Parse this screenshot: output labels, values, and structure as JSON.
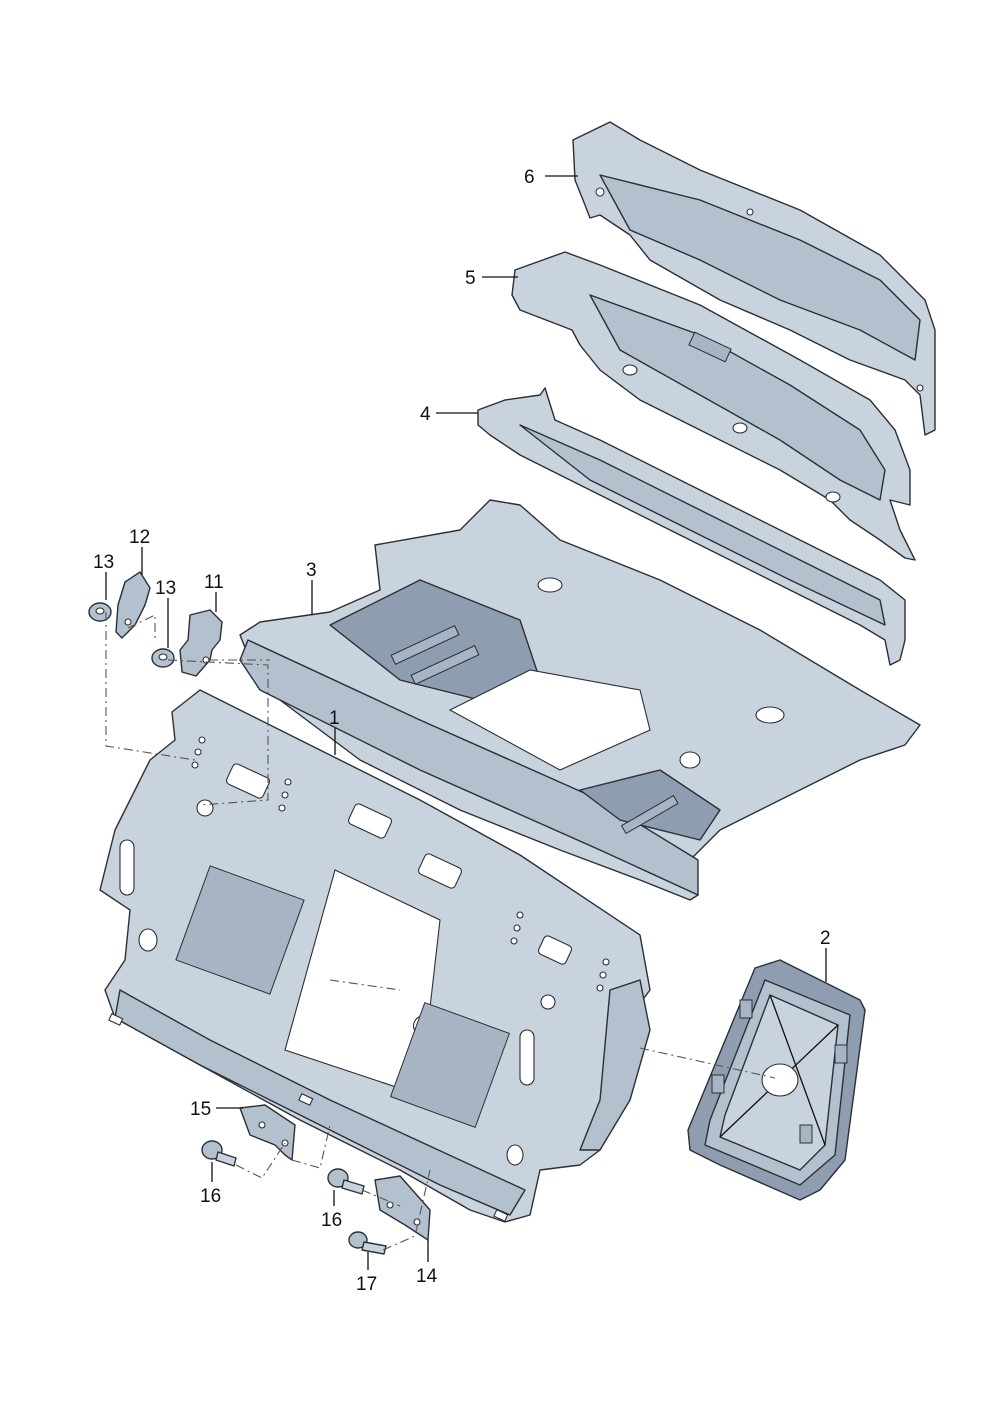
{
  "diagram": {
    "callouts": [
      {
        "id": "c1",
        "label": "1"
      },
      {
        "id": "c2",
        "label": "2"
      },
      {
        "id": "c3",
        "label": "3"
      },
      {
        "id": "c4",
        "label": "4"
      },
      {
        "id": "c5",
        "label": "5"
      },
      {
        "id": "c6",
        "label": "6"
      },
      {
        "id": "c11",
        "label": "11"
      },
      {
        "id": "c12",
        "label": "12"
      },
      {
        "id": "c13a",
        "label": "13"
      },
      {
        "id": "c13b",
        "label": "13"
      },
      {
        "id": "c14",
        "label": "14"
      },
      {
        "id": "c15",
        "label": "15"
      },
      {
        "id": "c16a",
        "label": "16"
      },
      {
        "id": "c16b",
        "label": "16"
      },
      {
        "id": "c17",
        "label": "17"
      }
    ],
    "colors": {
      "panel_light": "#c9d3de",
      "panel_mid": "#b3c0ce",
      "panel_dark": "#8f9db0",
      "outline": "#2b2f36"
    }
  }
}
